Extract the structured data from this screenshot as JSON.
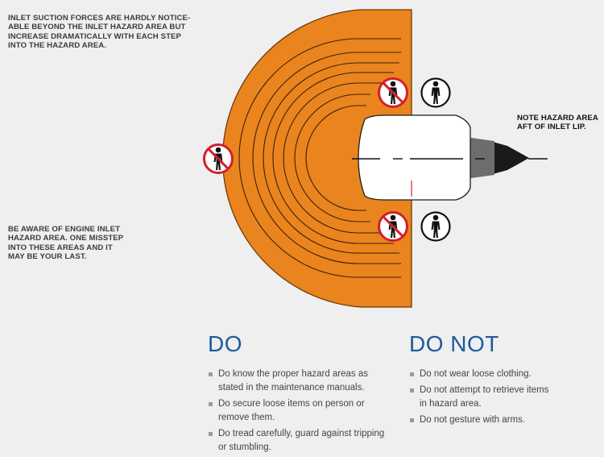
{
  "notes": {
    "inlet_suction": [
      "INLET SUCTION FORCES ARE HARDLY NOTICE-",
      "ABLE BEYOND THE INLET HAZARD AREA BUT",
      "INCREASE DRAMATICALLY WITH EACH STEP",
      "INTO THE HAZARD AREA."
    ],
    "be_aware": [
      "BE AWARE OF ENGINE INLET",
      "HAZARD AREA. ONE MISSTEP",
      "INTO THESE AREAS AND IT",
      "MAY BE YOUR LAST."
    ],
    "aft_lip": [
      "NOTE HAZARD AREA",
      "AFT OF INLET LIP."
    ]
  },
  "do": {
    "title": "DO",
    "items": [
      [
        "Do know the proper hazard areas as",
        "stated in the maintenance manuals."
      ],
      [
        "Do secure loose items on person or",
        "remove them."
      ],
      [
        "Do tread carefully, guard against tripping",
        "or stumbling."
      ]
    ]
  },
  "do_not": {
    "title": "DO NOT",
    "items": [
      [
        "Do not wear loose clothing."
      ],
      [
        "Do not attempt to retrieve items",
        "in hazard area."
      ],
      [
        "Do not gesture with arms."
      ]
    ]
  },
  "colors": {
    "hazard_fill": "#ea841e",
    "hazard_stroke": "#6e3a08",
    "prohibit_red": "#d11f2b",
    "title_blue": "#1d5a9c"
  },
  "icons": {
    "prohibited": "person-prohibited-icon",
    "safe": "person-safe-icon"
  }
}
